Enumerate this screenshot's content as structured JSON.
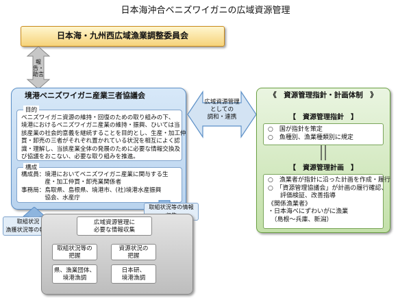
{
  "title": "日本海沖合ベニズワイガニの広域資源管理",
  "committee": "日本海・九州西広域漁業調整委員会",
  "report_arrow": {
    "line1": "報告・",
    "line2": "助言"
  },
  "council": {
    "name": "境港ベニズワイガニ産業三者協議会",
    "purpose_label": "目的",
    "purpose_lines": [
      "ベニズワイガニ資源の維持・回復のための取り組みの下、",
      "境港におけるベニズワイガニ産業の維持・振興、ひいては当",
      "該産業の社会的意義を継続することを目的とし、生産・加工仲",
      "買・卸売の三者がそれぞれ置かれている状況を相互によく認",
      "識・理解し、当該産業全体の発展のために必要な情報交換及",
      "び協議をおこない、必要な取り組みを推進。"
    ],
    "composition_label": "構成",
    "composition_lines": [
      "構成員：境港においてベニズワイガニ産業に関与する生",
      "　　　　産・加工仲買・卸売業関係者",
      "事務局：鳥取県、島根県、境港市、(社)境港水産振興",
      "　　　　協会、水産庁"
    ]
  },
  "link_label": {
    "line1": "広域資源管理",
    "line2": "としての",
    "line3": "調和・連携"
  },
  "plan": {
    "title": "《　資源管理指針・計画体制　》",
    "guideline_title": "【　資源管理指針　】",
    "guideline_items": [
      "○　国が指針を策定",
      "○　魚種別、漁業種類別に規定"
    ],
    "planning_title": "【　資源管理計画　】",
    "planning_lines": [
      "○　漁業者が指針に沿った計画を作成・履行",
      "○　「資源管理協議会」が計画の履行確認、",
      "　　評価検証、改善指導",
      "《関係漁業者》",
      "・日本海べにずわいがに漁業",
      "　（島根～兵庫、新潟）"
    ]
  },
  "left_arrow_label": {
    "line1": "取組状況",
    "line2": "漁獲状況等の報告"
  },
  "right_arrow_label": {
    "line1": "取組状況等の情報",
    "line2": "収集"
  },
  "info_collection": {
    "header_line1": "広域資源管理に",
    "header_line2": "必要な情報収集",
    "box_left": {
      "title1": "取組状況等の",
      "title2": "把握",
      "body1": "県、漁業団体、",
      "body2": "境港漁調"
    },
    "box_right": {
      "title1": "資源状況の",
      "title2": "把握",
      "body1": "日本研、",
      "body2": "境港漁調"
    }
  },
  "colors": {
    "committee_fill": "#f6d37a",
    "council_fill": "#c7dcf2",
    "plan_fill": "#cfe6b8",
    "gray_fill": "#cfcfcf",
    "arrow_blue": "#5b8fc7",
    "arrow_gray": "#bdbdbd"
  }
}
